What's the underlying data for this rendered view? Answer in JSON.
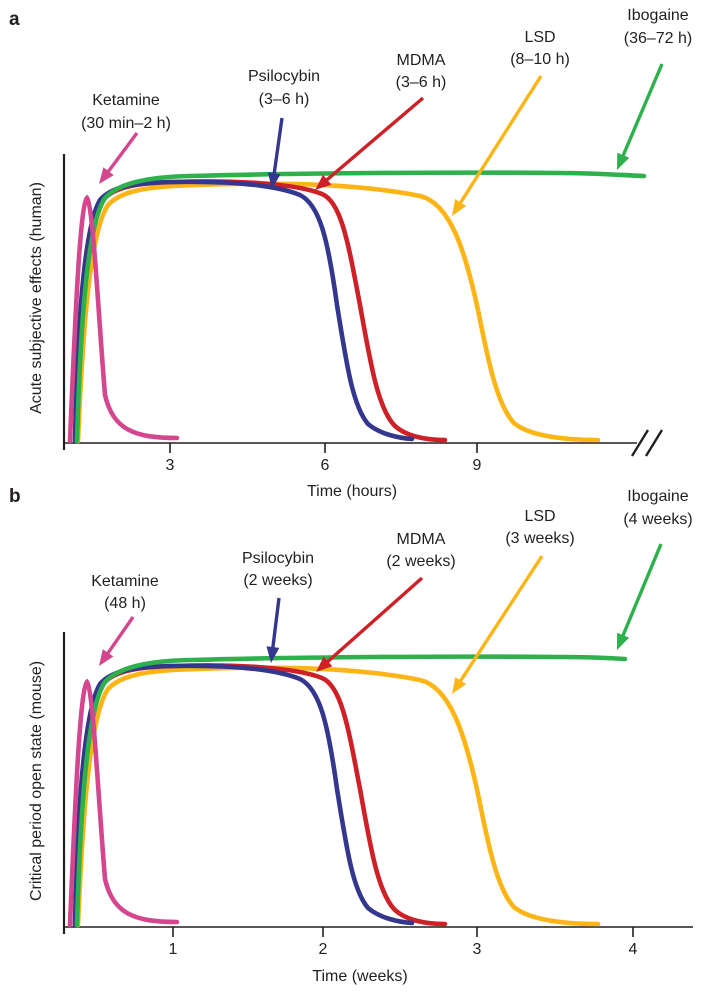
{
  "colors": {
    "ketamine": "#D4478F",
    "psilocybin": "#33388E",
    "mdma": "#CE2127",
    "lsd": "#FDB515",
    "ibogaine": "#2EB04C",
    "axis": "#231F20"
  },
  "figure": {
    "panels": [
      {
        "panel_label": "a",
        "ylabel": "Acute subjective effects (human)",
        "xlabel": "Time (hours)",
        "ticks": [
          "3",
          "6",
          "9"
        ],
        "axis_break_at_right": true,
        "labels": {
          "ketamine": {
            "name": "Ketamine",
            "duration": "(30 min–2 h)"
          },
          "psilocybin": {
            "name": "Psilocybin",
            "duration": "(3–6 h)"
          },
          "mdma": {
            "name": "MDMA",
            "duration": "(3–6 h)"
          },
          "lsd": {
            "name": "LSD",
            "duration": "(8–10 h)"
          },
          "ibogaine": {
            "name": "Ibogaine",
            "duration": "(36–72 h)"
          }
        }
      },
      {
        "panel_label": "b",
        "ylabel": "Critical period open state (mouse)",
        "xlabel": "Time (weeks)",
        "ticks": [
          "1",
          "2",
          "3",
          "4"
        ],
        "axis_break_at_right": false,
        "labels": {
          "ketamine": {
            "name": "Ketamine",
            "duration": "(48 h)"
          },
          "psilocybin": {
            "name": "Psilocybin",
            "duration": "(2 weeks)"
          },
          "mdma": {
            "name": "MDMA",
            "duration": "(2 weeks)"
          },
          "lsd": {
            "name": "LSD",
            "duration": "(3 weeks)"
          },
          "ibogaine": {
            "name": "Ibogaine",
            "duration": "(4 weeks)"
          }
        }
      }
    ]
  },
  "chart_data": [
    {
      "panel": "a",
      "type": "line",
      "title": "",
      "xlabel": "Time (hours)",
      "ylabel": "Acute subjective effects (human)",
      "x_ticks": [
        3,
        6,
        9
      ],
      "xlim": [
        0,
        12.5
      ],
      "ylim": [
        0,
        1.05
      ],
      "y_units": "normalized schematic intensity (unlabeled axis)",
      "grid": false,
      "legend": "inline arrow annotations",
      "axis_break_after_x": 12,
      "series": [
        {
          "name": "Ketamine (30 min–2 h)",
          "color": "#D4478F",
          "x": [
            1.0,
            1.2,
            1.4,
            1.55,
            1.7,
            2.0,
            2.3,
            3.1
          ],
          "y": [
            0,
            0.55,
            0.92,
            0.45,
            0.17,
            0.05,
            0.02,
            0.01
          ]
        },
        {
          "name": "Psilocybin (3–6 h)",
          "color": "#33388E",
          "x": [
            1.1,
            1.3,
            1.6,
            2.2,
            4.0,
            5.5,
            6.3,
            6.9,
            7.4,
            7.8
          ],
          "y": [
            0,
            0.55,
            0.93,
            0.97,
            0.98,
            0.93,
            0.5,
            0.08,
            0.02,
            0.01
          ]
        },
        {
          "name": "MDMA (3–6 h)",
          "color": "#CE2127",
          "x": [
            1.15,
            1.4,
            1.7,
            2.3,
            4.5,
            6.0,
            6.7,
            7.4,
            8.4
          ],
          "y": [
            0,
            0.5,
            0.92,
            0.97,
            0.98,
            0.93,
            0.5,
            0.08,
            0.005
          ]
        },
        {
          "name": "LSD (8–10 h)",
          "color": "#FDB515",
          "x": [
            1.2,
            1.5,
            1.8,
            2.6,
            5.0,
            7.9,
            9.0,
            9.7,
            11.4
          ],
          "y": [
            0,
            0.45,
            0.89,
            0.96,
            0.97,
            0.92,
            0.49,
            0.09,
            0.005
          ]
        },
        {
          "name": "Ibogaine (36–72 h)",
          "color": "#2EB04C",
          "x": [
            1.15,
            1.45,
            1.7,
            2.5,
            6.0,
            9.0,
            12.3
          ],
          "y": [
            0,
            0.55,
            0.92,
            1.0,
            1.01,
            1.01,
            1.0
          ]
        }
      ]
    },
    {
      "panel": "b",
      "type": "line",
      "title": "",
      "xlabel": "Time (weeks)",
      "ylabel": "Critical period open state (mouse)",
      "x_ticks": [
        1,
        2,
        3,
        4
      ],
      "xlim": [
        0,
        4.4
      ],
      "ylim": [
        0,
        1.05
      ],
      "y_units": "normalized schematic open state (unlabeled axis)",
      "grid": false,
      "legend": "inline arrow annotations",
      "series": [
        {
          "name": "Ketamine (48 h)",
          "color": "#D4478F",
          "x": [
            0.33,
            0.39,
            0.44,
            0.5,
            0.55,
            0.75,
            1.0
          ],
          "y": [
            0,
            0.55,
            0.9,
            0.45,
            0.17,
            0.03,
            0.01
          ]
        },
        {
          "name": "Psilocybin (2 weeks)",
          "color": "#33388E",
          "x": [
            0.36,
            0.52,
            0.72,
            1.3,
            1.8,
            2.07,
            2.3,
            2.56
          ],
          "y": [
            0,
            0.9,
            0.97,
            0.98,
            0.93,
            0.5,
            0.07,
            0.01
          ]
        },
        {
          "name": "MDMA (2 weeks)",
          "color": "#CE2127",
          "x": [
            0.37,
            0.55,
            0.78,
            1.5,
            1.95,
            2.22,
            2.45,
            2.77
          ],
          "y": [
            0,
            0.9,
            0.97,
            0.98,
            0.92,
            0.5,
            0.07,
            0.005
          ]
        },
        {
          "name": "LSD (3 weeks)",
          "color": "#FDB515",
          "x": [
            0.38,
            0.57,
            0.85,
            1.6,
            2.6,
            2.99,
            3.25,
            3.77
          ],
          "y": [
            0,
            0.88,
            0.95,
            0.97,
            0.91,
            0.48,
            0.08,
            0.005
          ]
        },
        {
          "name": "Ibogaine (4 weeks)",
          "color": "#2EB04C",
          "x": [
            0.37,
            0.55,
            0.85,
            2.0,
            3.0,
            3.95
          ],
          "y": [
            0,
            0.9,
            1.0,
            1.01,
            1.01,
            1.0
          ]
        }
      ]
    }
  ]
}
